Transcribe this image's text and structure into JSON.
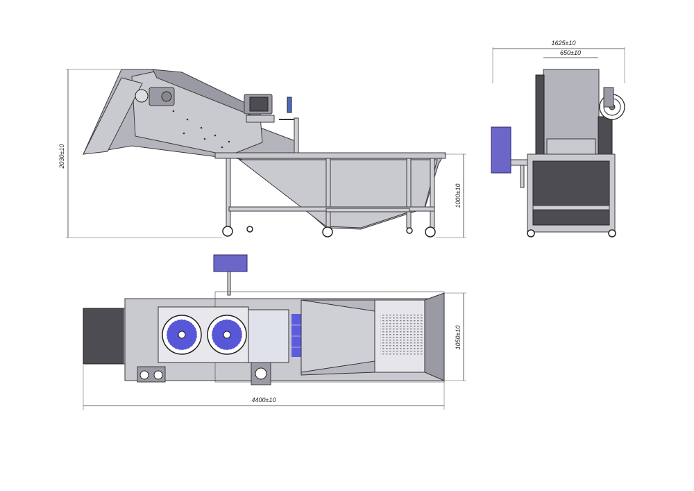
{
  "dimensions": {
    "side_height": "2030±10",
    "side_tank_height": "1000±10",
    "end_width_overall": "1625±10",
    "end_width_inner": "650±10",
    "top_width": "1050±10",
    "top_length": "4400±10"
  },
  "colors": {
    "frame": "#b4b4bc",
    "control_box": "#6c66c8",
    "belt_dark": "#4c4c52",
    "fan_blue": "#3a3ad0"
  }
}
